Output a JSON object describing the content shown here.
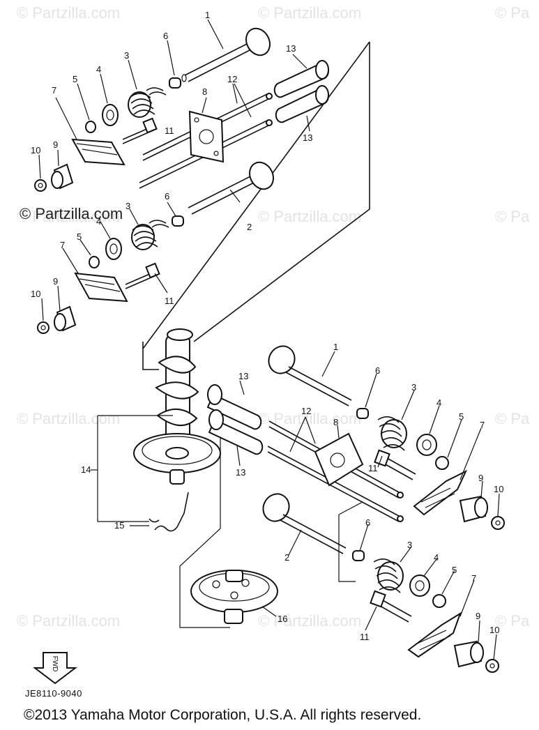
{
  "watermarks": [
    "© Partzilla.com",
    "© Partzilla.com",
    "© Pa",
    "© Partzilla.com",
    "© Partzilla.com",
    "© Pa",
    "© Partzilla.com",
    "© Partzilla.com",
    "© Pa",
    "© Partzilla.com",
    "© Partzilla.com",
    "© Pa"
  ],
  "dark_watermark": "© Partzilla.com",
  "callouts": {
    "a_1": "1",
    "a_2": "2",
    "a_3": "3",
    "a_3b": "3",
    "a_4": "4",
    "a_4b": "4",
    "a_5": "5",
    "a_5b": "5",
    "a_6": "6",
    "a_6b": "6",
    "a_7": "7",
    "a_7b": "7",
    "a_8": "8",
    "a_9": "9",
    "a_9b": "9",
    "a_10": "10",
    "a_10b": "10",
    "a_11": "11",
    "a_11b": "11",
    "a_12": "12",
    "a_13": "13",
    "a_13b": "13",
    "b_1": "1",
    "b_2": "2",
    "b_3": "3",
    "b_3b": "3",
    "b_4": "4",
    "b_4b": "4",
    "b_5": "5",
    "b_5b": "5",
    "b_6": "6",
    "b_6b": "6",
    "b_7": "7",
    "b_7b": "7",
    "b_8": "8",
    "b_9": "9",
    "b_9b": "9",
    "b_10": "10",
    "b_10b": "10",
    "b_11": "11",
    "b_11b": "11",
    "b_12": "12",
    "b_13": "13",
    "b_13b": "13",
    "c_14": "14",
    "c_15": "15",
    "c_16": "16"
  },
  "fwd_label": "FWD",
  "diagram_code": "JE8110-9040",
  "copyright": "©2013  Yamaha Motor Corporation, U.S.A. All rights reserved."
}
